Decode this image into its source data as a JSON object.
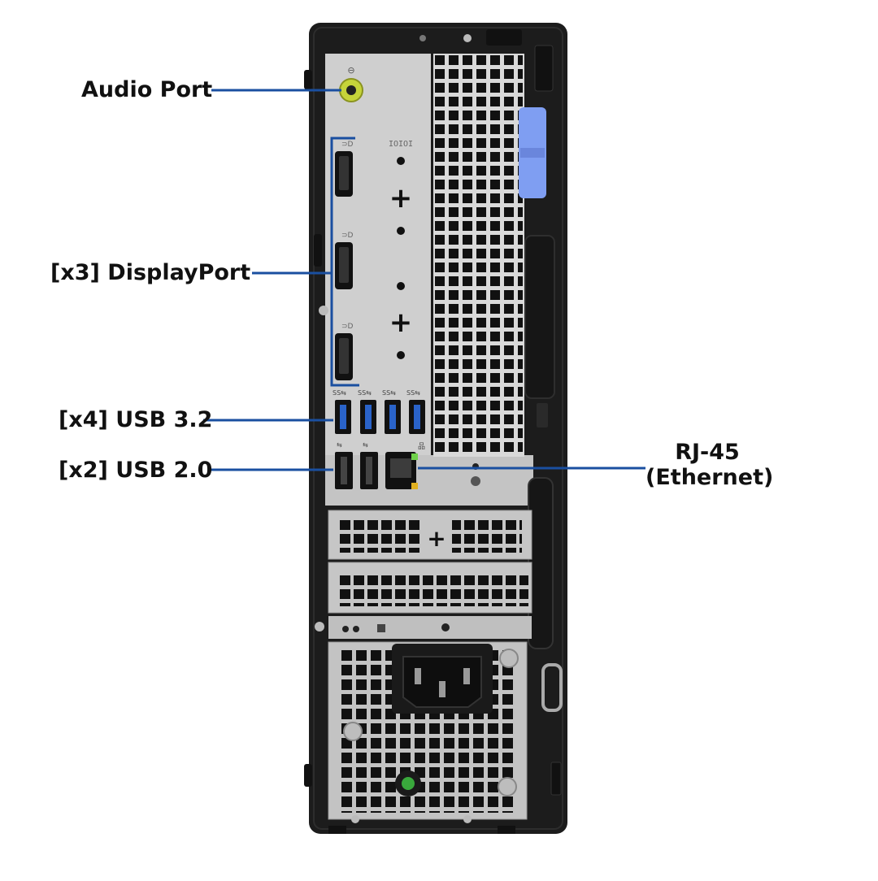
{
  "labels": {
    "audio_port": "Audio Port",
    "displayport": "[x3] DisplayPort",
    "usb32": "[x4] USB 3.2",
    "usb20": "[x2] USB 2.0",
    "rj45_line1": "RJ-45",
    "rj45_line2": "(Ethernet)"
  },
  "port_icons": {
    "audio": "⊖",
    "displayport": "⊃D",
    "usb32": "SS⇆",
    "usb20": "⇆",
    "ethernet": "品",
    "serial": "IOIOI"
  },
  "colors": {
    "callout_line": "#1a4fa0",
    "chassis": "#1c1c1c",
    "panel": "#c9c9c9",
    "usb32_blue": "#2a63c9",
    "latch_blue": "#7f9ef2",
    "audio_green": "#c6d43a",
    "power_led": "#39a93c"
  }
}
